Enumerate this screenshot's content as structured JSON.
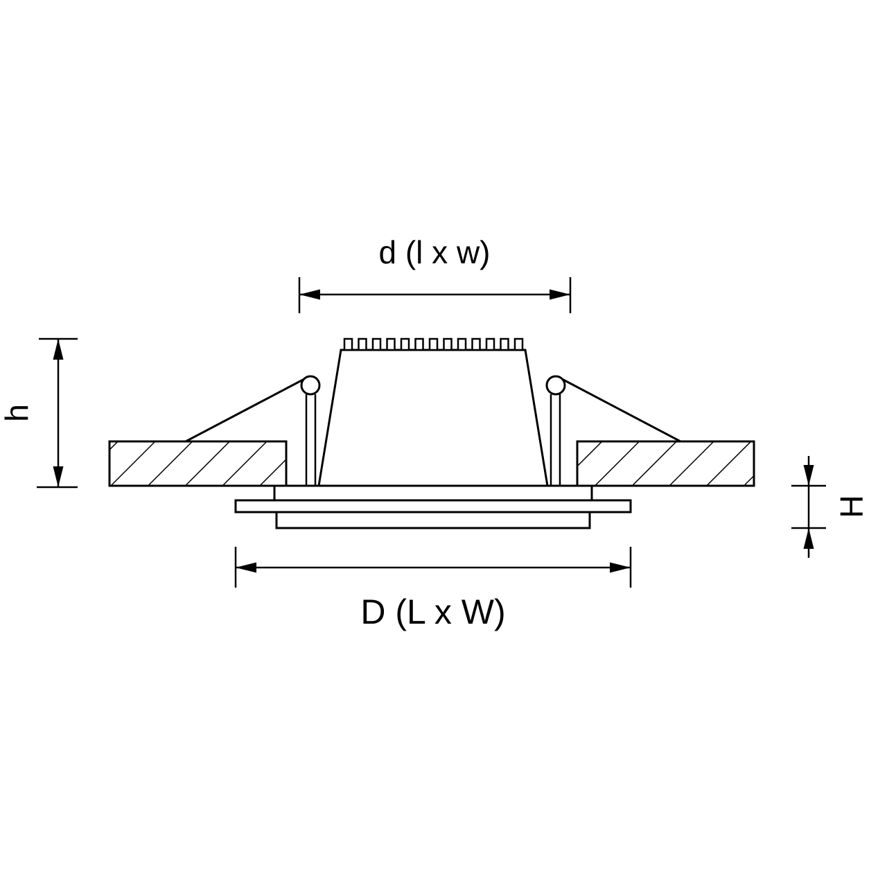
{
  "colors": {
    "line": "#000000",
    "background": "#ffffff"
  },
  "diagram": {
    "type": "technical-drawing",
    "subject": "recessed-downlight-cross-section",
    "labels": {
      "d": "d (l x w)",
      "h": "h",
      "H": "H",
      "D": "D (L x W)"
    }
  }
}
